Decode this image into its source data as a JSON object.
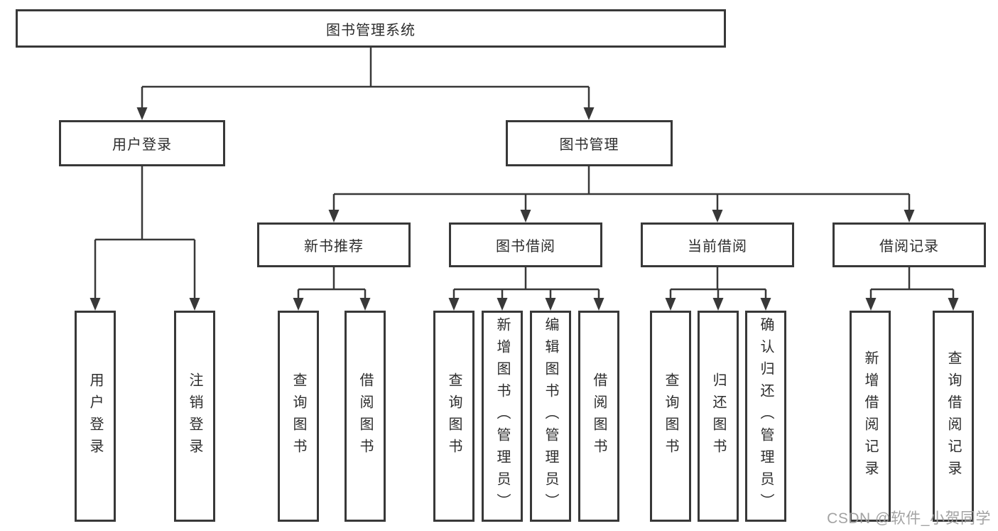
{
  "tree": {
    "root": "图书管理系统",
    "user_login": {
      "label": "用户登录",
      "children": [
        "用户登录",
        "注销登录"
      ]
    },
    "book_management": {
      "label": "图书管理",
      "sections": {
        "new_books": {
          "label": "新书推荐",
          "children": [
            "查询图书",
            "借阅图书"
          ]
        },
        "borrowing": {
          "label": "图书借阅",
          "children": [
            "查询图书",
            "新增图书（管理员）",
            "编辑图书（管理员）",
            "借阅图书"
          ]
        },
        "current": {
          "label": "当前借阅",
          "children": [
            "查询图书",
            "归还图书",
            "确认归还（管理员）"
          ]
        },
        "records": {
          "label": "借阅记录",
          "children": [
            "新增借阅记录",
            "查询借阅记录"
          ]
        }
      }
    }
  },
  "watermark": {
    "text": "CSDN @软件_小贺同学"
  },
  "colors": {
    "line": "#383838",
    "text": "#2d2d2d",
    "watermark": "#9b9b9b",
    "background": "#ffffff"
  }
}
